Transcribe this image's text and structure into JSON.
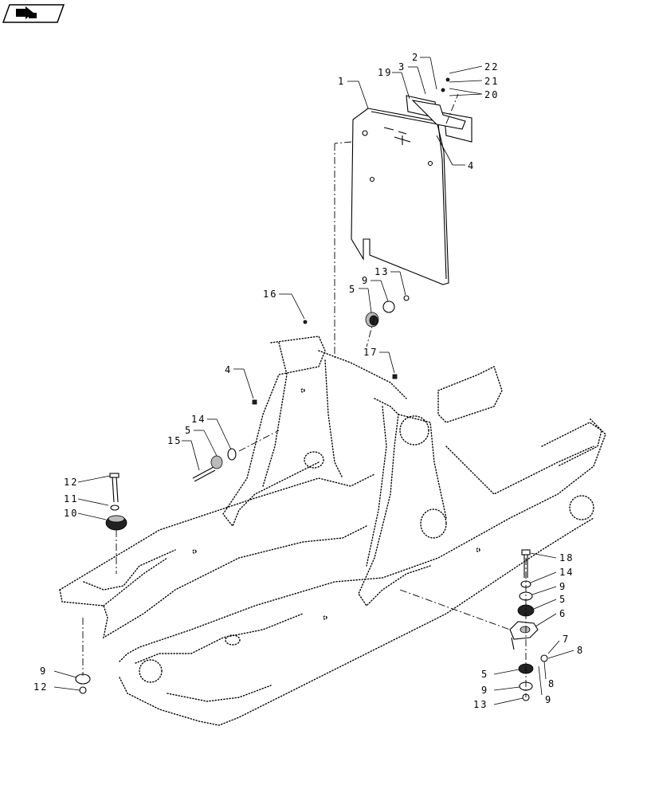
{
  "toolbar": {
    "icon": "back-arrow-icon"
  },
  "callouts": {
    "c1": "1",
    "c2": "2",
    "c3": "3",
    "c4_top": "4",
    "c4_mid": "4",
    "c5_top": "5",
    "c5_mid": "5",
    "c5_right_a": "5",
    "c5_right_b": "5",
    "c6": "6",
    "c7": "7",
    "c8_a": "8",
    "c8_b": "8",
    "c9_top": "9",
    "c9_left": "9",
    "c9_right_a": "9",
    "c9_right_b": "9",
    "c9_right_c": "9",
    "c10": "10",
    "c11": "11",
    "c12_a": "12",
    "c12_b": "12",
    "c13_top": "13",
    "c13_bottom": "13",
    "c14_mid": "14",
    "c14_right": "14",
    "c15": "15",
    "c16": "16",
    "c17": "17",
    "c18": "18",
    "c19": "19",
    "c20": "20",
    "c21": "21",
    "c22": "22"
  }
}
